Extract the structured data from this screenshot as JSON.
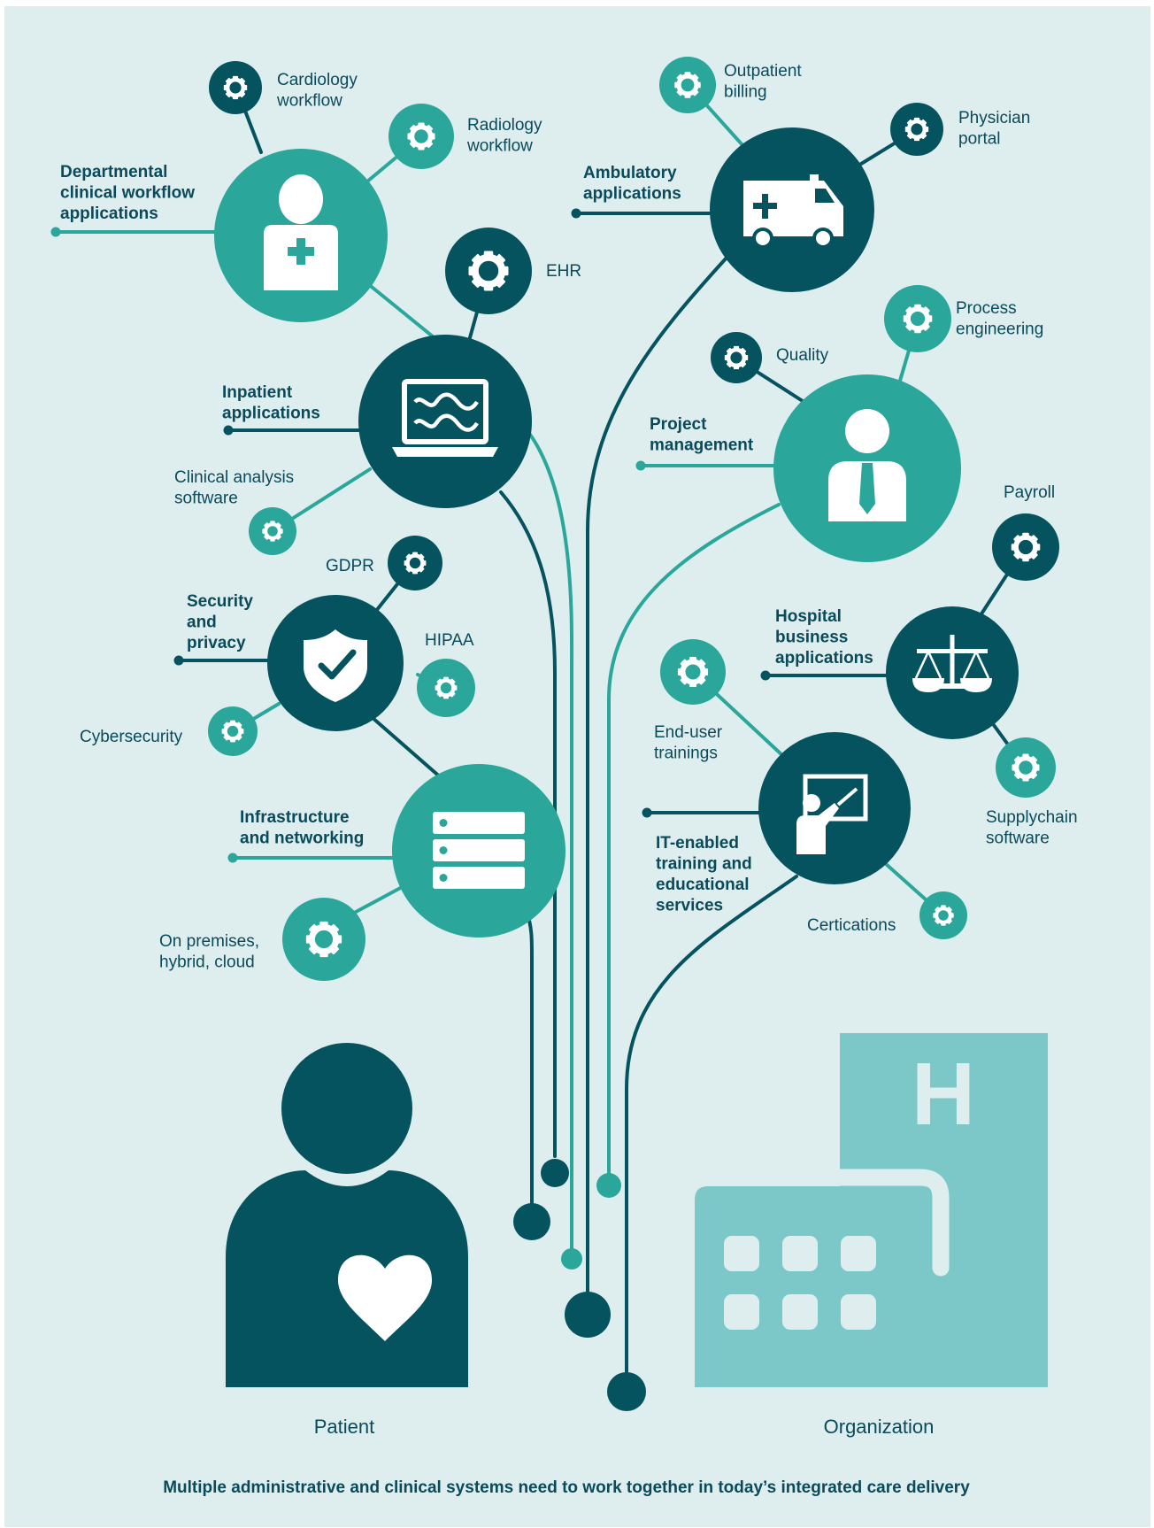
{
  "colors": {
    "background": "#deeeee",
    "dark": "#04535f",
    "teal": "#2aa79a",
    "light": "#7cc8c8",
    "white": "#ffffff"
  },
  "labels": {
    "cardiology": [
      "Cardiology",
      "workflow"
    ],
    "radiology": [
      "Radiology",
      "workflow"
    ],
    "departmental": [
      "Departmental",
      "clinical workflow",
      "applications"
    ],
    "ehr": [
      "EHR"
    ],
    "inpatient": [
      "Inpatient",
      "applications"
    ],
    "clinical_analysis": [
      "Clinical analysis",
      "software"
    ],
    "gdpr": [
      "GDPR"
    ],
    "security": [
      "Security",
      "and",
      "privacy"
    ],
    "hipaa": [
      "HIPAA"
    ],
    "cybersecurity": [
      "Cybersecurity"
    ],
    "infrastructure": [
      "Infrastructure",
      "and networking"
    ],
    "on_premises": [
      "On premises,",
      "hybrid, cloud"
    ],
    "outpatient": [
      "Outpatient",
      "billing"
    ],
    "physician": [
      "Physician",
      "portal"
    ],
    "ambulatory": [
      "Ambulatory",
      "applications"
    ],
    "process": [
      "Process",
      "engineering"
    ],
    "quality": [
      "Quality"
    ],
    "project": [
      "Project",
      "management"
    ],
    "payroll": [
      "Payroll"
    ],
    "hospital_business": [
      "Hospital",
      "business",
      "applications"
    ],
    "end_user": [
      "End-user",
      "trainings"
    ],
    "it_training": [
      "IT-enabled",
      "training and",
      "educational",
      "services"
    ],
    "supplychain": [
      "Supplychain",
      "software"
    ],
    "certications": [
      "Certications"
    ]
  },
  "bottom": {
    "patient": "Patient",
    "organization": "Organization",
    "hospital_letter": "H"
  },
  "footer": "Multiple administrative and clinical systems need to work together in today’s integrated care delivery",
  "icons": {
    "departmental": "nurse-icon",
    "inpatient": "monitor-waveform-icon",
    "security": "shield-check-icon",
    "infrastructure": "server-rack-icon",
    "ambulatory": "ambulance-icon",
    "project": "manager-person-icon",
    "hospital_business": "scales-icon",
    "it_training": "teacher-board-icon",
    "small_nodes": "gear-icon",
    "patient": "patient-heart-icon",
    "organization": "hospital-building-icon"
  }
}
